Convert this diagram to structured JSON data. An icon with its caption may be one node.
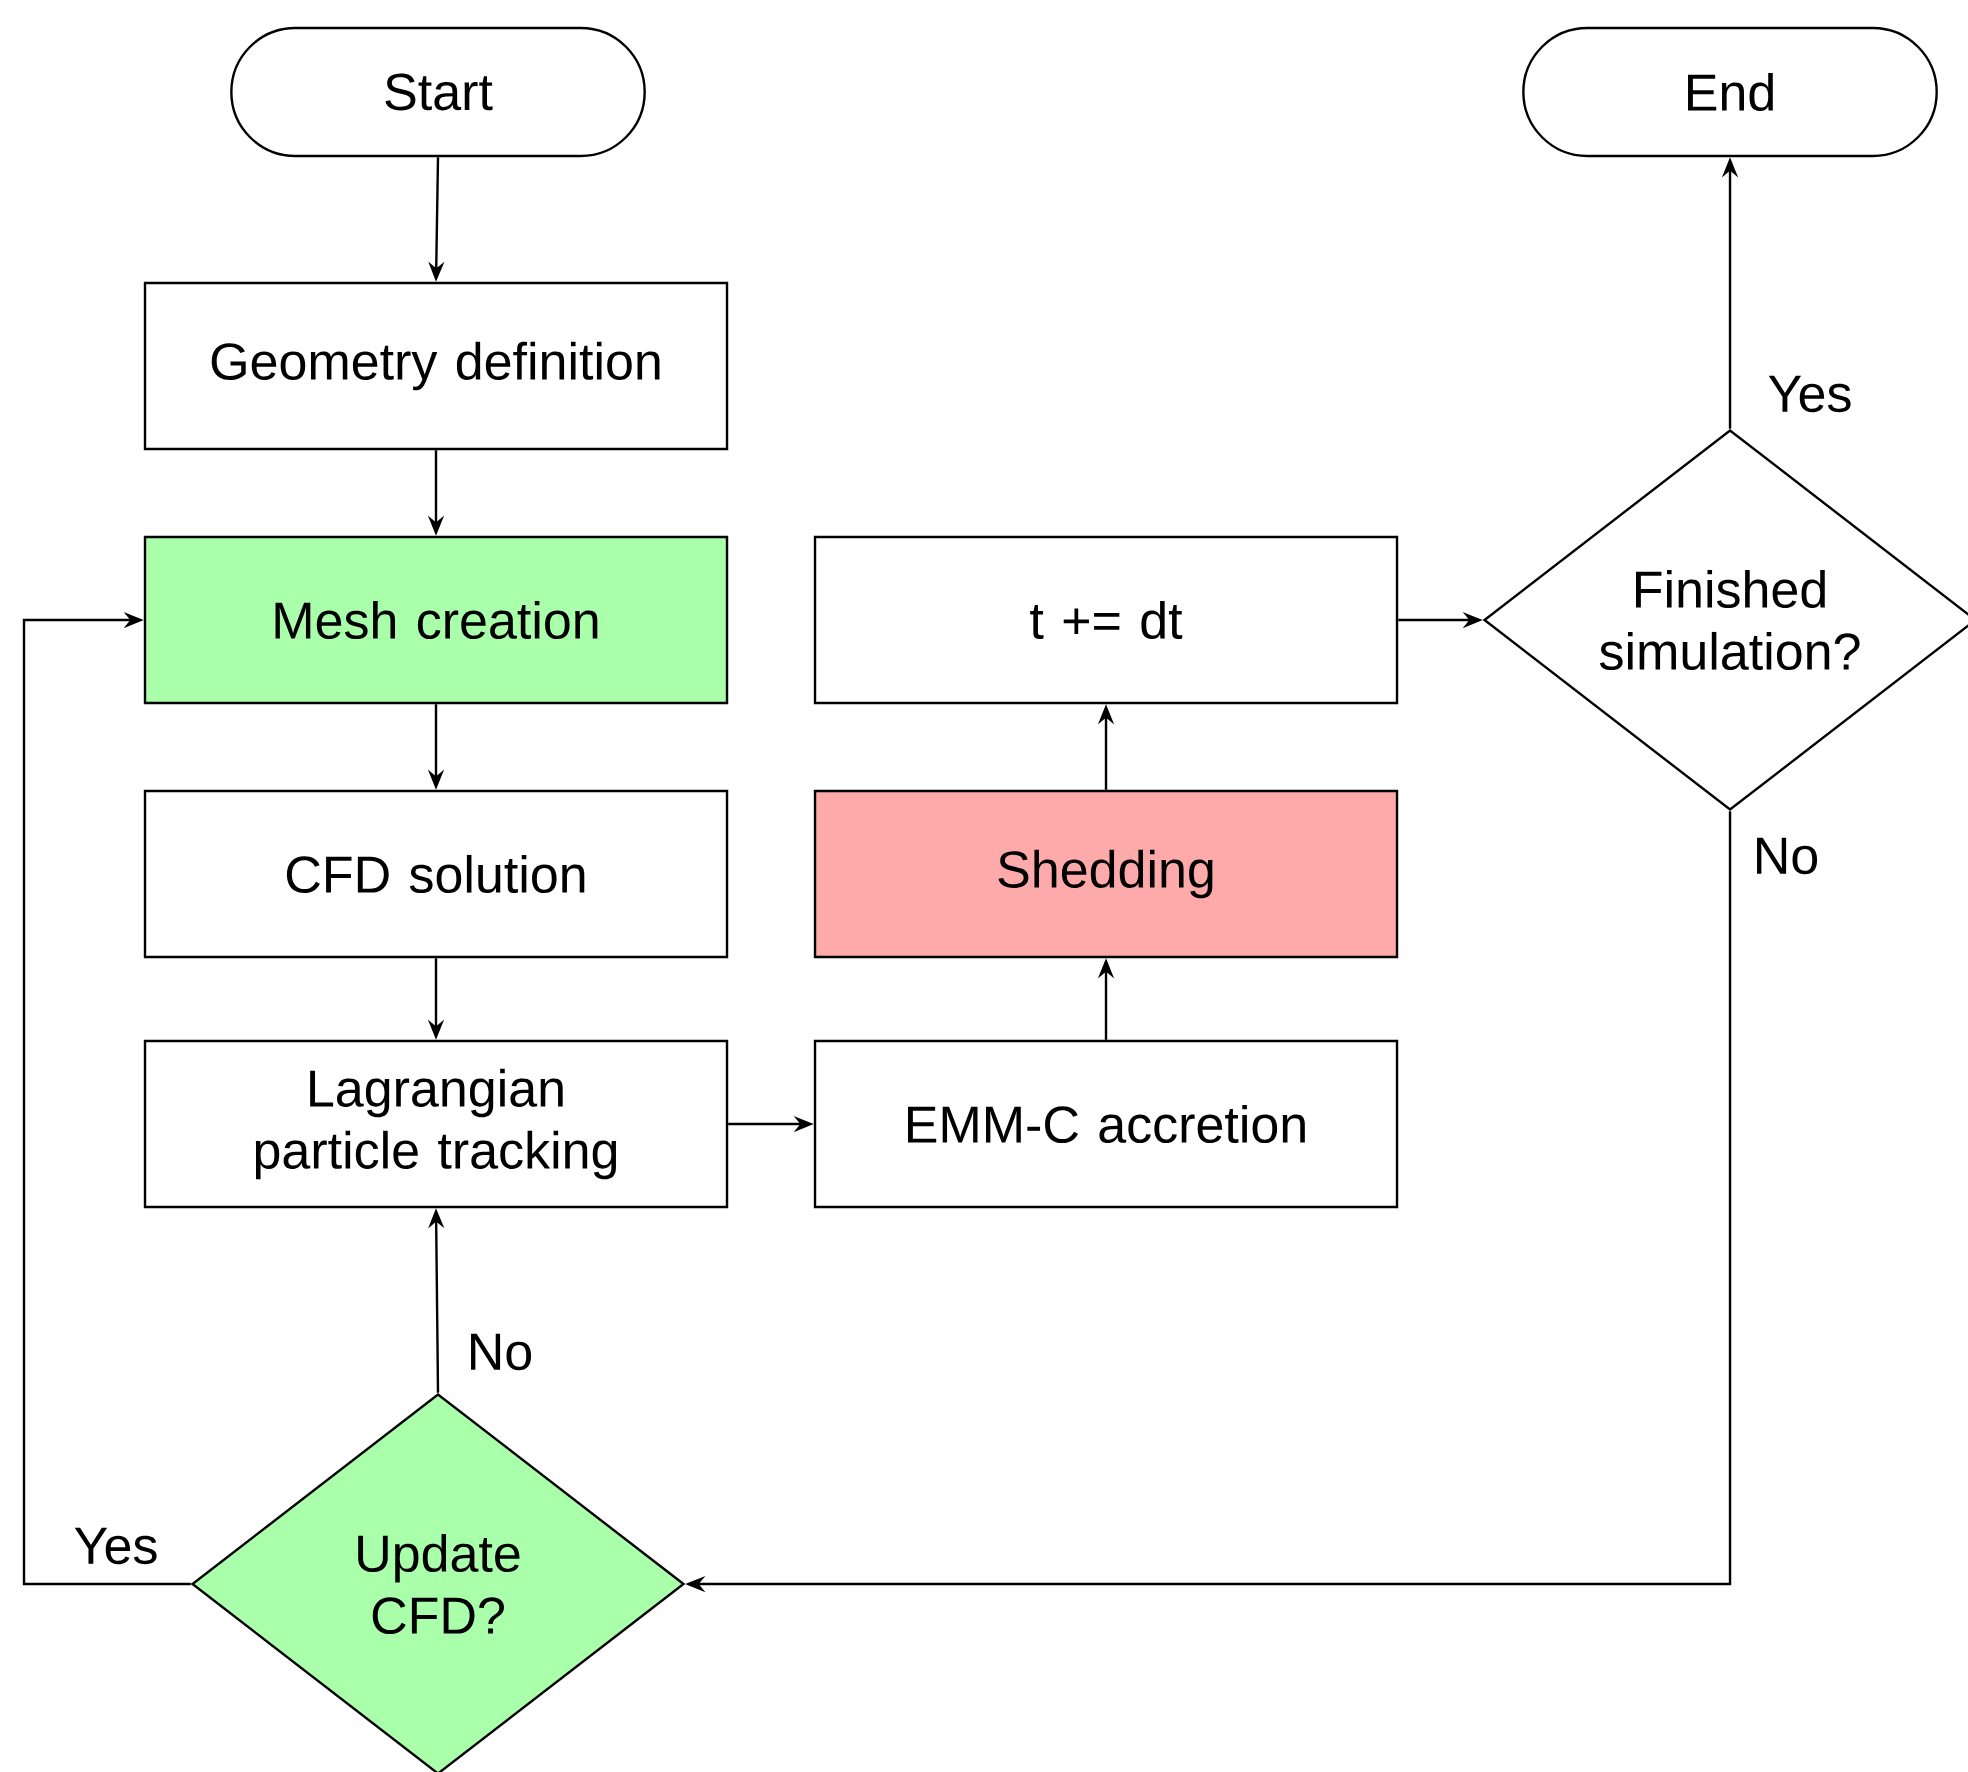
{
  "diagram": {
    "nodes": [
      {
        "text": [
          "Start"
        ]
      },
      {
        "text": [
          "End"
        ]
      },
      {
        "text": [
          "Geometry definition"
        ]
      },
      {
        "text": [
          "Mesh creation"
        ]
      },
      {
        "text": [
          "t += dt"
        ]
      },
      {
        "text": [
          "Finished simulation?"
        ]
      },
      {
        "text": [
          "CFD solution"
        ]
      },
      {
        "text": [
          "Shedding"
        ]
      },
      {
        "text": [
          "Lagrangian particle tracking"
        ]
      },
      {
        "text": [
          "EMM-C accretion"
        ]
      },
      {
        "text": [
          "Update CFD?"
        ]
      }
    ],
    "edges": [
      {
        "from": 0,
        "to": 2,
        "arrow": "to"
      },
      {
        "from": 2,
        "to": 3,
        "arrow": "to"
      },
      {
        "from": 3,
        "to": 6,
        "arrow": "to"
      },
      {
        "from": 6,
        "to": 8,
        "arrow": "to"
      },
      {
        "from": 8,
        "to": 9,
        "arrow": "to"
      },
      {
        "from": 9,
        "to": 7,
        "arrow": "to"
      },
      {
        "from": 7,
        "to": 4,
        "arrow": "to"
      },
      {
        "from": 4,
        "to": 5,
        "arrow": "to"
      },
      {
        "from": 5,
        "to": 1,
        "arrow": "to",
        "label": "Yes"
      },
      {
        "from": 5,
        "to": 10,
        "arrow": "to",
        "label": "No"
      },
      {
        "from": 10,
        "to": 8,
        "arrow": "to",
        "label": "No"
      },
      {
        "from": 10,
        "to": 3,
        "arrow": "to",
        "label": "Yes"
      }
    ]
  }
}
